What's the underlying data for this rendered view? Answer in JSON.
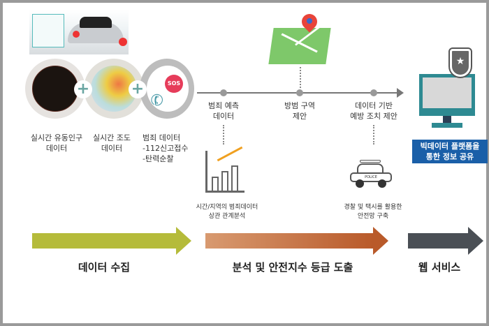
{
  "collect": {
    "items": [
      {
        "label": "실시간 유동인구\n데이터"
      },
      {
        "label": "실시간 조도\n데이터"
      },
      {
        "label": "범죄 데이터\n-112신고접수\n-탄력순찰"
      }
    ],
    "sos_text": "SOS",
    "plus": "+"
  },
  "timeline": {
    "nodes": [
      {
        "label": "범죄 예측\n데이터",
        "detail": "시간/지역의 범죄데이터\n상관 관계분석"
      },
      {
        "label": "방범 구역\n제안"
      },
      {
        "label": "데이터 기반\n예방 조치 제안",
        "detail": "경찰 및 택시를 활용한\n안전망 구축"
      }
    ],
    "police_text": "POLICE"
  },
  "platform": {
    "label": "빅데이터 플랫폼을\n통한 정보 공유"
  },
  "stages": [
    {
      "label": "데이터 수집",
      "color": "#b5bb3a"
    },
    {
      "label": "분석 및 안전지수 등급 도출",
      "color": "#c0703a"
    },
    {
      "label": "웹 서비스",
      "color": "#4a4f55"
    }
  ]
}
